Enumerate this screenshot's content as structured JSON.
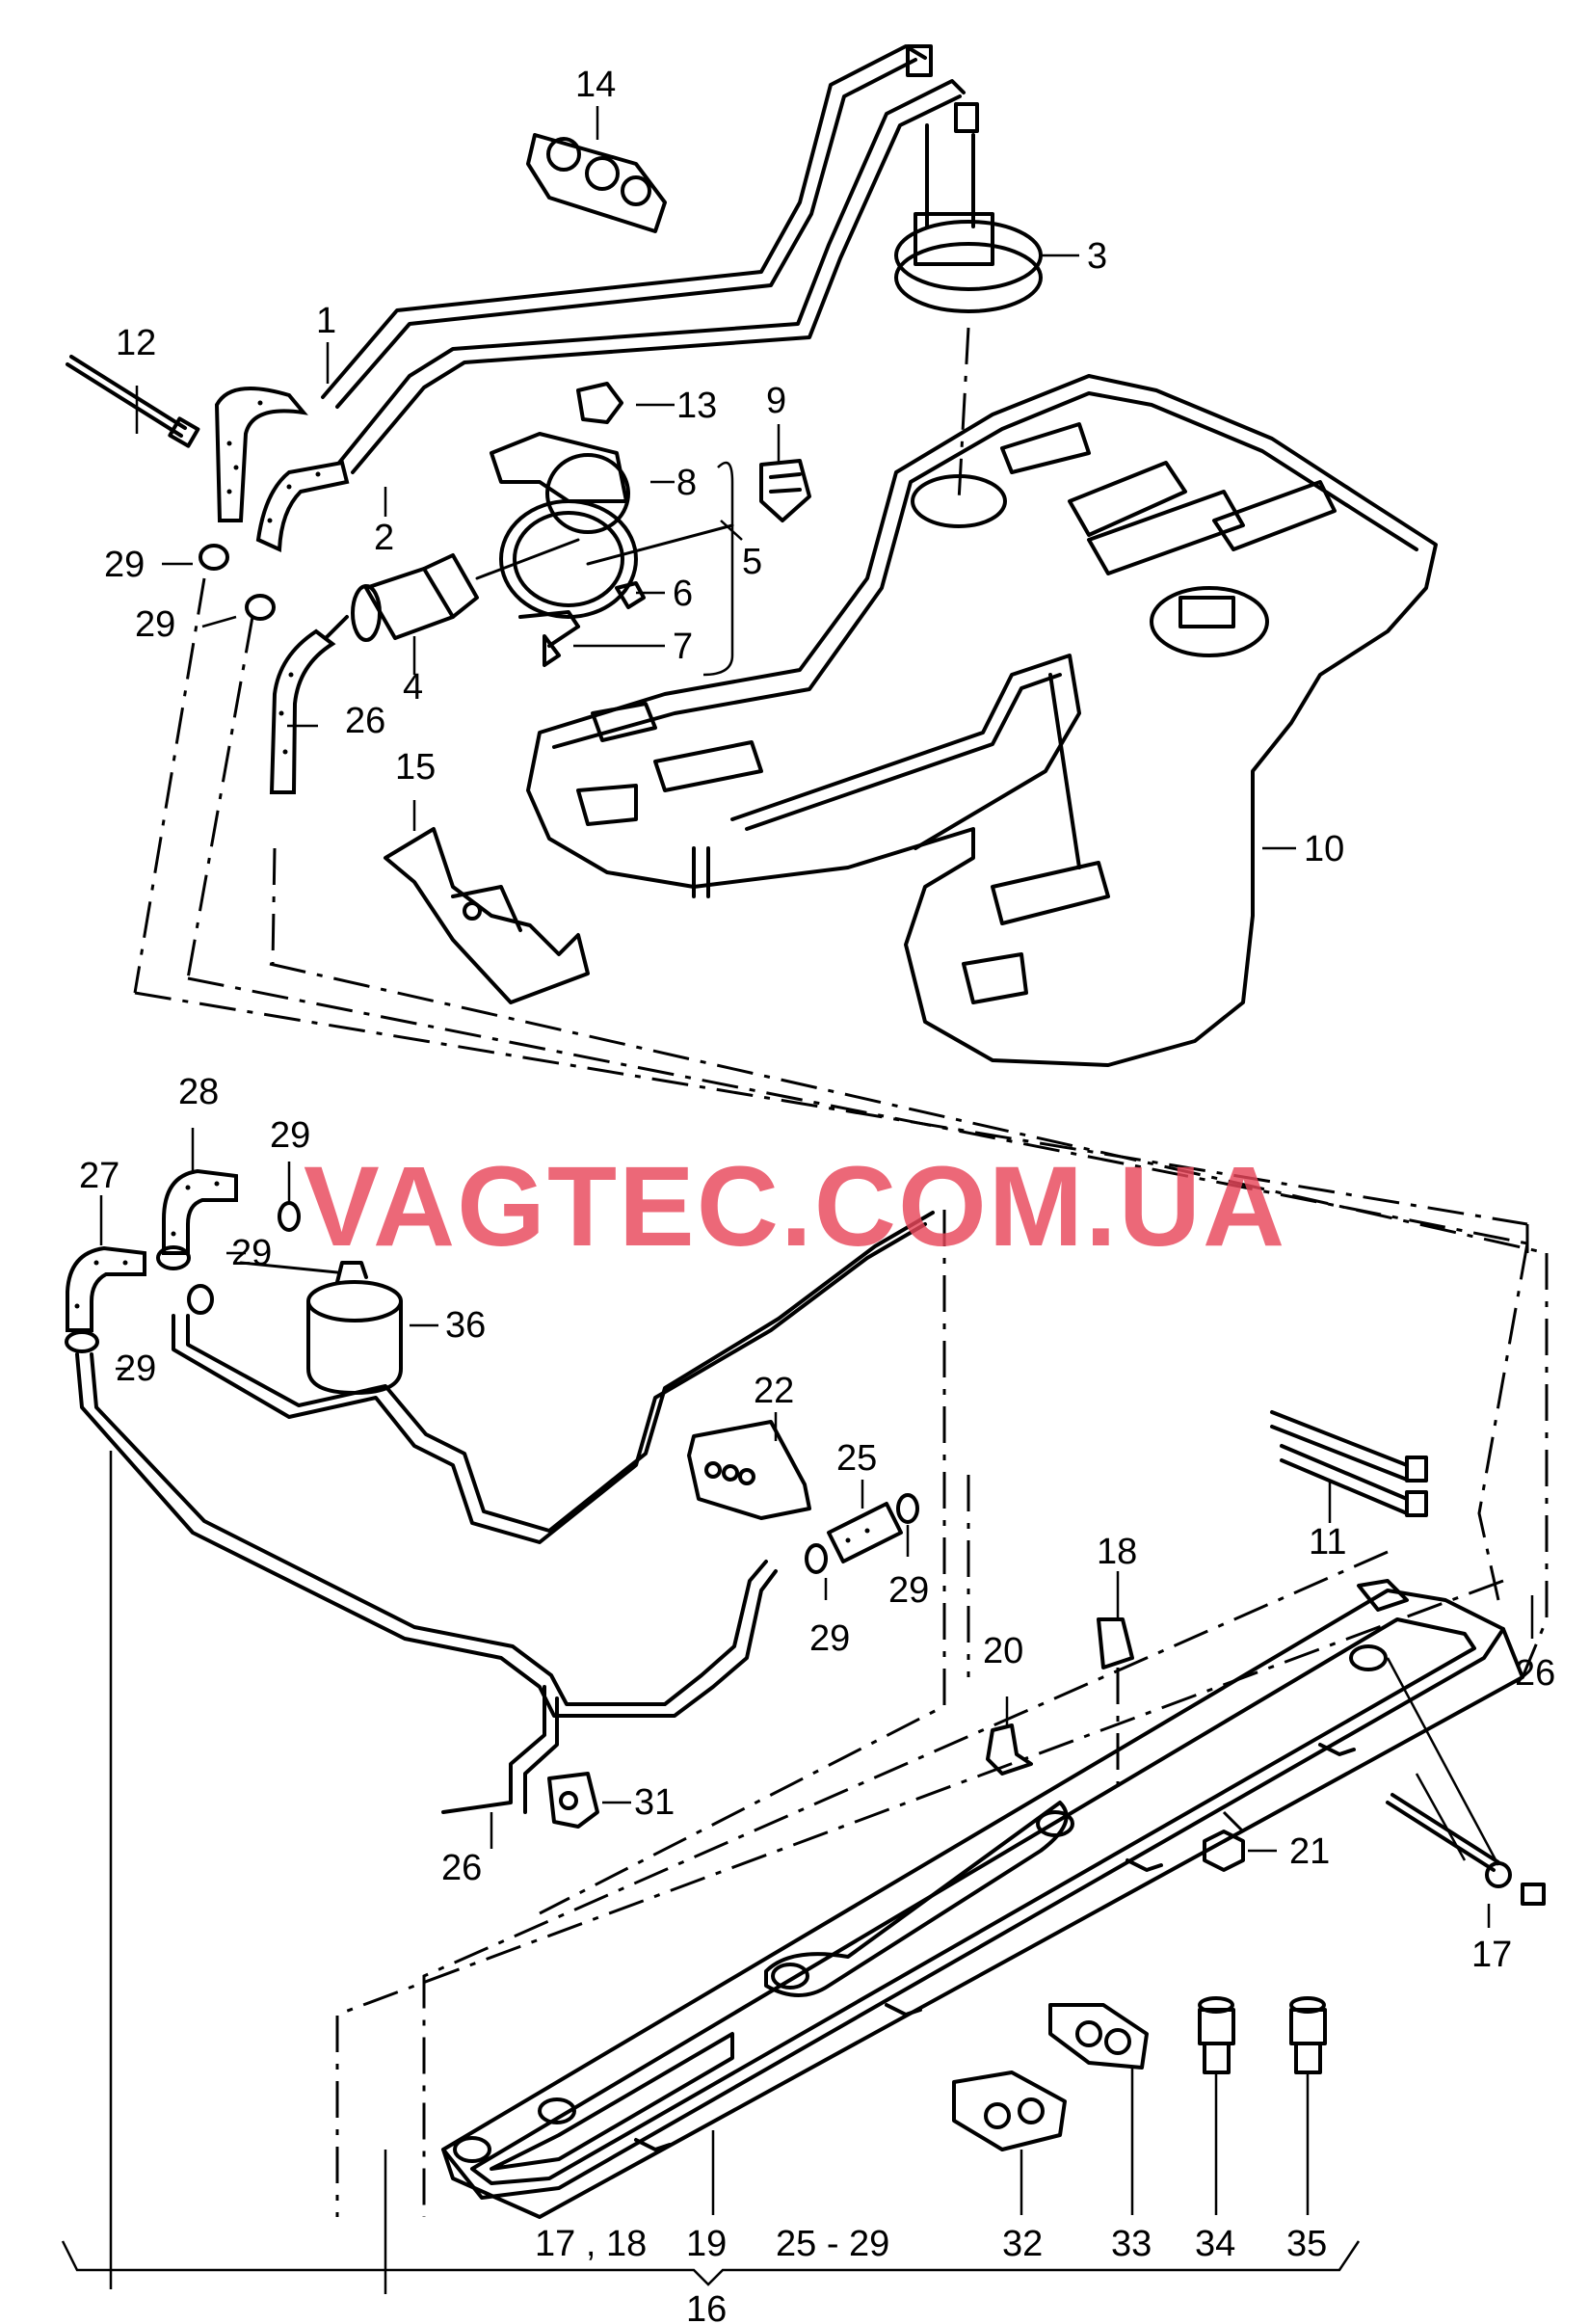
{
  "watermark": "VAGTEC.COM.UA",
  "labels": {
    "l1": "1",
    "l2": "2",
    "l3": "3",
    "l4": "4",
    "l5": "5",
    "l6": "6",
    "l7": "7",
    "l8": "8",
    "l9": "9",
    "l10": "10",
    "l11": "11",
    "l12": "12",
    "l13": "13",
    "l14": "14",
    "l15": "15",
    "l16": "16",
    "l17": "17",
    "l18": "18",
    "l19": "19",
    "l20": "20",
    "l21": "21",
    "l22": "22",
    "l25": "25",
    "l26": "26",
    "l27": "27",
    "l28": "28",
    "l29": "29",
    "l31": "31",
    "l32": "32",
    "l33": "33",
    "l34": "34",
    "l35": "35",
    "l36": "36",
    "l17_18": "17 , 18",
    "l25_29": "25 - 29"
  }
}
